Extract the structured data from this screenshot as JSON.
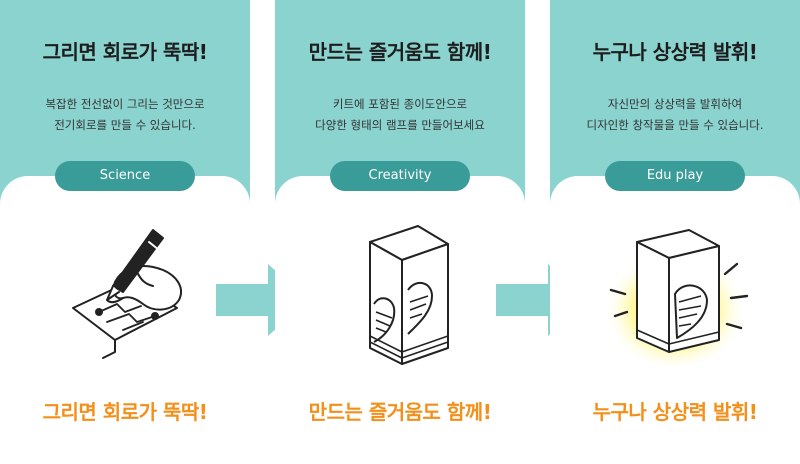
{
  "colors": {
    "card_bg": "#8bd3cf",
    "badge_bg": "#3a9c98",
    "accent_text": "#f39019",
    "arrow": "#8bd3cf"
  },
  "cards": [
    {
      "title": "그리면 회로가 뚝딱!",
      "desc_line1": "복잡한 전선없이 그리는 것만으로",
      "desc_line2": "전기회로를 만들 수 있습니다.",
      "badge": "Science",
      "illustration": "hand-drawing-circuit-icon",
      "bottom_text": "그리면 회로가 뚝딱!"
    },
    {
      "title": "만드는 즐거움도 함께!",
      "desc_line1": "키트에 포함된 종이도안으로",
      "desc_line2": "다양한 형태의 램프를 만들어보세요",
      "badge": "Creativity",
      "illustration": "paper-lamp-icon",
      "bottom_text": "만드는 즐거움도 함께!"
    },
    {
      "title": "누구나 상상력 발휘!",
      "desc_line1": "자신만의 상상력을 발휘하여",
      "desc_line2": "디자인한 창작물을 만들 수 있습니다.",
      "badge": "Edu play",
      "illustration": "glowing-lamp-icon",
      "bottom_text": "누구나 상상력 발휘!"
    }
  ]
}
